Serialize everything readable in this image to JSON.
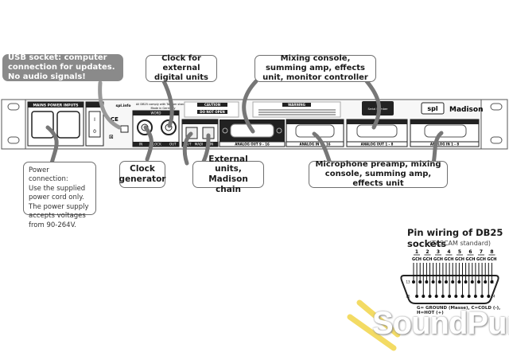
{
  "callouts": {
    "usb": "USB socket: computer connection for updates. No audio signals!",
    "clock_external": "Clock for external digital units",
    "mixing_out": "Mixing console, summing amp, effects unit, monitor controller",
    "power": "Power connection:\nUse the supplied power cord only.\nThe power supply accepts voltages from 90-264V.",
    "clock_generator": "Clock generator",
    "external_units": "External units, Madison chain",
    "mic_preamp": "Microphone preamp, mixing console, summing amp, effects unit"
  },
  "panel": {
    "mains_label": "MAINS POWER INPUTS",
    "spl_info": "spl.info",
    "tascam_note": "All DB25 comply with Tascam standard",
    "made_in": "Made in Germany",
    "word_clock_label": "WORD",
    "clock_in": "IN",
    "clock_out": "OUT",
    "clock_label": "CLOCK",
    "madi_label": "MADI",
    "madi_in": "IN",
    "madi_out": "OUT",
    "caution_title": "CAUTION",
    "caution_text": "DO NOT OPEN",
    "warning_title": "WARNING",
    "analog_out_9_16": "ANALOG OUT 9 - 16",
    "analog_in_9_16": "ANALOG IN 9 - 16",
    "analog_out_1_8": "ANALOG OUT 1 - 8",
    "analog_in_1_8": "ANALOG IN 1 - 8",
    "serial_label": "Serial Number",
    "brand": "spl",
    "model": "Madison",
    "for_customer": "For Customer Service Only!"
  },
  "pin_wiring": {
    "title": "Pin wiring of DB25 sockets",
    "subtitle": "(TASCAM standard)",
    "channels": [
      "1",
      "2",
      "3",
      "4",
      "5",
      "6",
      "7",
      "8"
    ],
    "pin_letters": "GCH",
    "pin_left_top": "13",
    "pin_right_top": "1",
    "pin_left_bottom": "25",
    "pin_right_bottom": "14",
    "legend": "G= GROUND (Masse), C=COLD (-), H=HOT (+)"
  },
  "watermark": "SoundPure"
}
